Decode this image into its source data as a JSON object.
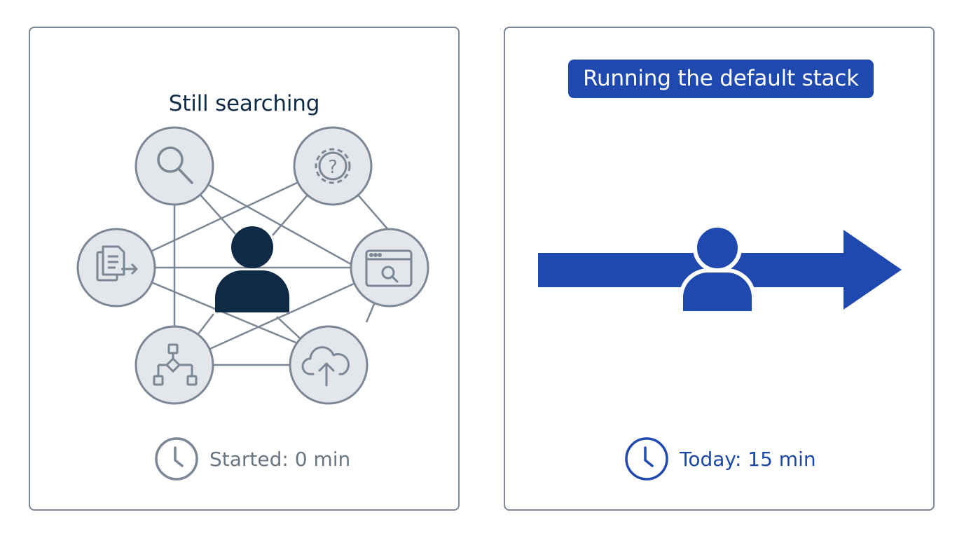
{
  "left_panel": {
    "title": "Still searching",
    "center_icon": "person-icon",
    "nodes": [
      "search-icon",
      "gear-question-icon",
      "documents-export-icon",
      "browser-search-icon",
      "flowchart-icon",
      "cloud-upload-icon"
    ],
    "time_icon": "clock-icon",
    "time_label": "Started: 0 min"
  },
  "right_panel": {
    "title": "Running the default stack",
    "center_icon": "person-icon",
    "arrow_icon": "right-arrow-icon",
    "time_icon": "clock-icon",
    "time_label": "Today: 15 min"
  },
  "colors": {
    "border": "#7b8794",
    "node_fill": "#e3e6ea",
    "node_stroke": "#7b8794",
    "dark_navy": "#0f2a44",
    "brand_blue": "#2049b0",
    "muted_text": "#6b7683"
  }
}
